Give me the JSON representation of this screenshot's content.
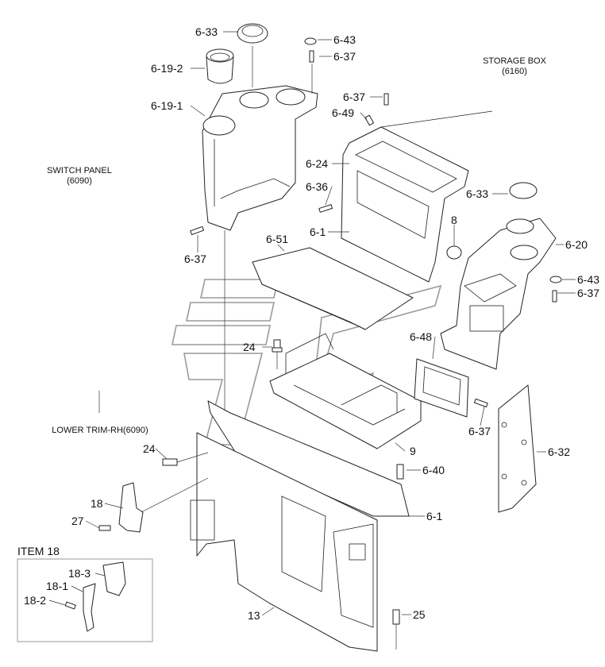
{
  "labels": {
    "l_6_33_top": "6-33",
    "l_6_43_top": "6-43",
    "l_6_37_top": "6-37",
    "l_6_19_2": "6-19-2",
    "l_6_19_1": "6-19-1",
    "l_6_37_a": "6-37",
    "l_6_49": "6-49",
    "l_6_24": "6-24",
    "l_6_36": "6-36",
    "l_6_33_right": "6-33",
    "l_8": "8",
    "l_6_1_upper": "6-1",
    "l_6_51": "6-51",
    "l_6_20": "6-20",
    "l_6_43_right": "6-43",
    "l_6_37_right": "6-37",
    "l_6_37_left": "6-37",
    "l_24_upper": "24",
    "l_6_48": "6-48",
    "l_6_37_low": "6-37",
    "l_6_32": "6-32",
    "l_24_lower": "24",
    "l_9": "9",
    "l_6_40": "6-40",
    "l_18": "18",
    "l_27": "27",
    "l_6_1_lower": "6-1",
    "l_13": "13",
    "l_25": "25",
    "l_18_3": "18-3",
    "l_18_1": "18-1",
    "l_18_2": "18-2"
  },
  "notes": {
    "storage_box": "STORAGE BOX",
    "storage_box_code": "(6160)",
    "switch_panel": "SWITCH PANEL",
    "switch_panel_code": "(6090)",
    "lower_trim": "LOWER TRIM-RH(6090)",
    "item18_title": "ITEM 18"
  }
}
